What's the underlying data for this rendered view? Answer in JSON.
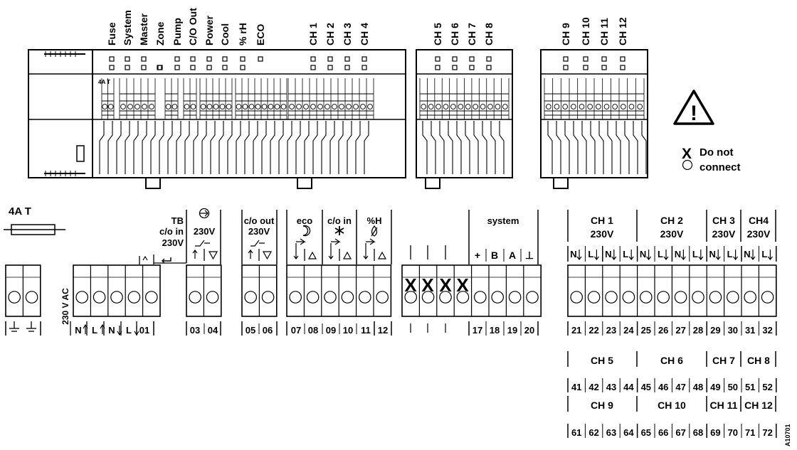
{
  "led_labels": {
    "status": [
      "Fuse",
      "System",
      "Master",
      "Zone",
      "Pump",
      "C/O Out",
      "Power",
      "Cool",
      "% rH",
      "ECO"
    ],
    "group1": [
      "CH 1",
      "CH 2",
      "CH 3",
      "CH 4"
    ],
    "group2": [
      "CH 5",
      "CH 6",
      "CH 7",
      "CH 8"
    ],
    "group3": [
      "CH 9",
      "CH 10",
      "CH 11",
      "CH 12"
    ]
  },
  "module": {
    "fuse_label": "4A T"
  },
  "legend": {
    "x_mark": "X",
    "do_not": "Do not",
    "connect": "connect",
    "warning_mark": "!"
  },
  "fuse": {
    "rating": "4A T"
  },
  "supply": {
    "label": "230 V AC"
  },
  "supply_terminals": [
    "N",
    "L",
    "N",
    "L",
    "01"
  ],
  "function_labels": {
    "tb": [
      "TB",
      "c/o in",
      "230V"
    ],
    "pump_voltage": "230V",
    "co_out": [
      "c/o out",
      "230V"
    ],
    "eco": "eco",
    "co_in": "c/o in",
    "humidity": "%H",
    "system": "system",
    "bus": [
      "+",
      "B",
      "A",
      "⊥"
    ]
  },
  "terminal_numbers": {
    "left": [
      "03",
      "04",
      "05",
      "06",
      "07",
      "08",
      "09",
      "10",
      "11",
      "12"
    ],
    "system": [
      "17",
      "18",
      "19",
      "20"
    ]
  },
  "blocked_marks": [
    "X",
    "X",
    "X",
    "X"
  ],
  "channel_rows": [
    {
      "headers": [
        {
          "name": "CH 1",
          "voltage": "230V"
        },
        {
          "name": "CH 2",
          "voltage": "230V"
        },
        {
          "name": "CH 3",
          "voltage": "230V"
        },
        {
          "name": "CH4",
          "voltage": "230V"
        }
      ],
      "pins": [
        "N",
        "L",
        "N",
        "L",
        "N",
        "L",
        "N",
        "L",
        "N",
        "L",
        "N",
        "L"
      ],
      "numbers": [
        "21",
        "22",
        "23",
        "24",
        "25",
        "26",
        "27",
        "28",
        "29",
        "30",
        "31",
        "32"
      ]
    },
    {
      "headers": [
        {
          "name": "CH 5"
        },
        {
          "name": "CH 6"
        },
        {
          "name": "CH 7"
        },
        {
          "name": "CH 8"
        }
      ],
      "numbers": [
        "41",
        "42",
        "43",
        "44",
        "45",
        "46",
        "47",
        "48",
        "49",
        "50",
        "51",
        "52"
      ]
    },
    {
      "headers": [
        {
          "name": "CH 9"
        },
        {
          "name": "CH 10"
        },
        {
          "name": "CH 11"
        },
        {
          "name": "CH 12"
        }
      ],
      "numbers": [
        "61",
        "62",
        "63",
        "64",
        "65",
        "66",
        "67",
        "68",
        "69",
        "70",
        "71",
        "72"
      ]
    }
  ],
  "figure_code": "A10701"
}
